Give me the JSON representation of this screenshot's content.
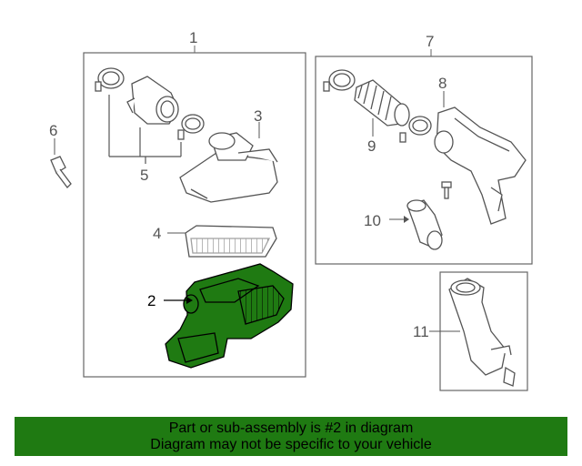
{
  "callouts": {
    "c1": "1",
    "c2": "2",
    "c3": "3",
    "c4": "4",
    "c5": "5",
    "c6": "6",
    "c7": "7",
    "c8": "8",
    "c9": "9",
    "c10": "10",
    "c11": "11"
  },
  "highlight": {
    "part": "2",
    "color": "#1f7a12"
  },
  "banner": {
    "line1": "Part or sub-assembly is #2 in diagram",
    "line2": "Diagram may not be specific to your vehicle",
    "color": "#1f7a12"
  }
}
